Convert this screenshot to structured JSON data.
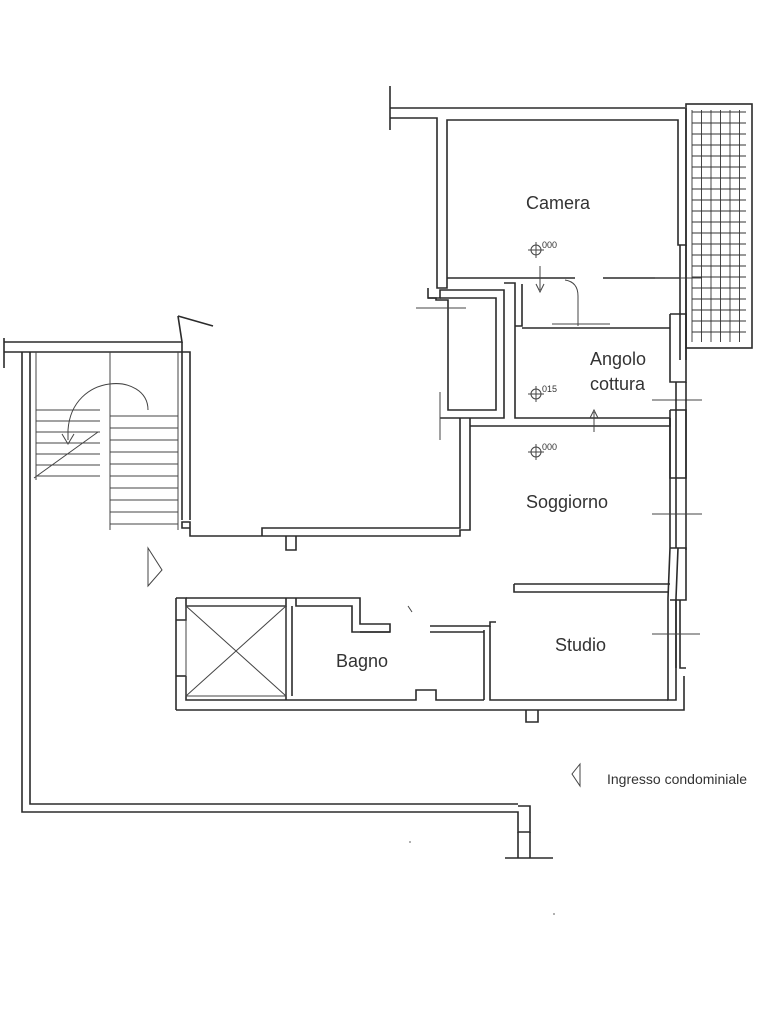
{
  "rooms": {
    "camera": "Camera",
    "angolo_line1": "Angolo",
    "angolo_line2": "cottura",
    "soggiorno": "Soggiorno",
    "studio": "Studio",
    "bagno": "Bagno"
  },
  "levels": {
    "camera": "000",
    "angolo": "015",
    "soggiorno": "000"
  },
  "entrance_label": "Ingresso condominiale"
}
